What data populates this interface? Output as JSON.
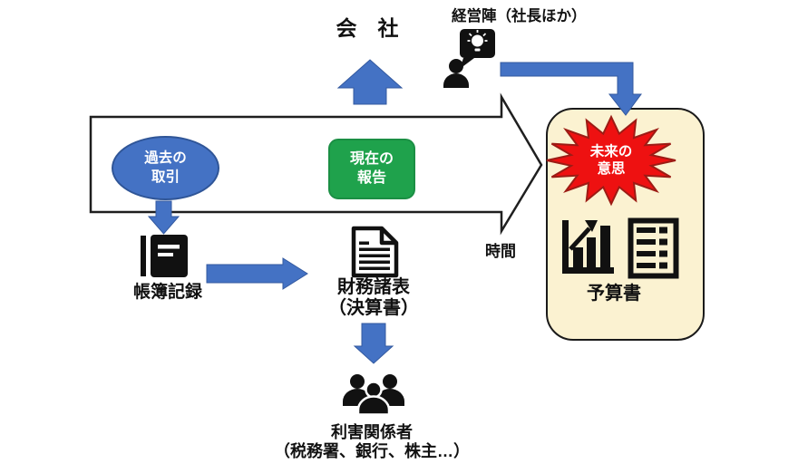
{
  "labels": {
    "company": "会　社",
    "management": "経営陣（社長ほか）",
    "time": "時間",
    "ledger": "帳簿記録",
    "financial_line1": "財務諸表",
    "financial_line2": "（決算書）",
    "budget": "予算書",
    "stakeholders_line1": "利害関係者",
    "stakeholders_line2": "（税務署、銀行、株主…）"
  },
  "nodes": {
    "past": {
      "line1": "過去の",
      "line2": "取引"
    },
    "present": {
      "line1": "現在の",
      "line2": "報告"
    },
    "future": {
      "line1": "未来の",
      "line2": "意思"
    }
  },
  "icons": {
    "management": "person-with-idea-bubble-icon",
    "ledger": "ledger-book-icon",
    "financial": "document-icon",
    "budget_chart": "rising-bar-chart-icon",
    "budget_list": "checklist-document-icon",
    "stakeholders": "people-group-icon"
  },
  "colors": {
    "arrow_blue": "#4472C4",
    "arrow_blue_edge": "#33599F",
    "ellipse_border": "#2F5597",
    "present_green": "#1FA24C",
    "future_red": "#EE1111",
    "future_red_edge": "#9C1C15",
    "panel_beige": "#FBF2D1",
    "outline_black": "#1F1F1F"
  }
}
